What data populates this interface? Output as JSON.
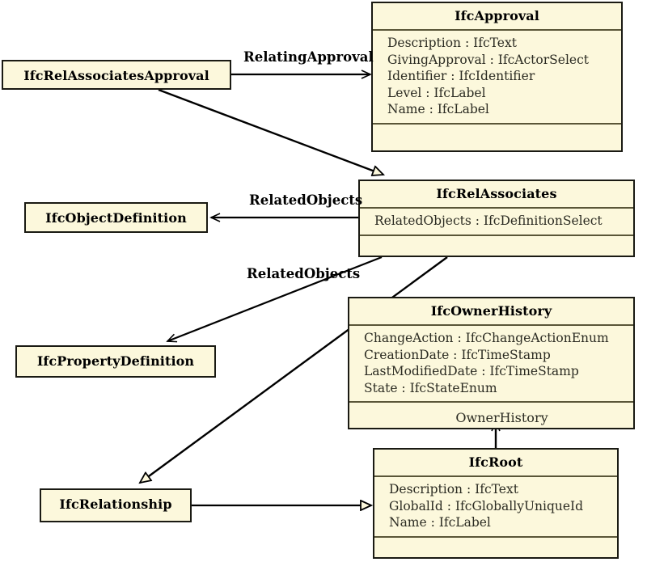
{
  "diagram": {
    "type": "uml-class-diagram",
    "title": "IfcRelAssociatesApproval class diagram",
    "background_color": "#ffffff",
    "class_fill_color": "#fcf8dc",
    "class_border_color": "#1a1a13",
    "compartment_divider_color": "#5a5638"
  },
  "classes": [
    {
      "id": "ifc-approval",
      "name": "IfcApproval",
      "attributes": [
        "Description : IfcText",
        "GivingApproval : IfcActorSelect",
        "Identifier : IfcIdentifier",
        "Level : IfcLabel",
        "Name : IfcLabel"
      ],
      "has_empty_compartment": true
    },
    {
      "id": "ifc-rel-associates-approval",
      "name": "IfcRelAssociatesApproval",
      "attributes": [],
      "has_empty_compartment": false
    },
    {
      "id": "ifc-rel-associates",
      "name": "IfcRelAssociates",
      "attributes": [
        "RelatedObjects : IfcDefinitionSelect"
      ],
      "has_empty_compartment": true
    },
    {
      "id": "ifc-object-definition",
      "name": "IfcObjectDefinition",
      "attributes": [],
      "has_empty_compartment": false
    },
    {
      "id": "ifc-property-definition",
      "name": "IfcPropertyDefinition",
      "attributes": [],
      "has_empty_compartment": false
    },
    {
      "id": "ifc-owner-history",
      "name": "IfcOwnerHistory",
      "attributes": [
        "ChangeAction : IfcChangeActionEnum",
        "CreationDate : IfcTimeStamp",
        "LastModifiedDate : IfcTimeStamp",
        "State : IfcStateEnum"
      ],
      "has_empty_compartment": true
    },
    {
      "id": "ifc-relationship",
      "name": "IfcRelationship",
      "attributes": [],
      "has_empty_compartment": false
    },
    {
      "id": "ifc-root",
      "name": "IfcRoot",
      "attributes": [
        "Description : IfcText",
        "GlobalId : IfcGloballyUniqueId",
        "Name : IfcLabel"
      ],
      "has_empty_compartment": true
    }
  ],
  "edge_labels": {
    "relating_approval": "RelatingApproval",
    "related_objects_1": "RelatedObjects",
    "related_objects_2": "RelatedObjects",
    "owner_history": "OwnerHistory"
  },
  "relationships": [
    {
      "from": "IfcRelAssociatesApproval",
      "to": "IfcApproval",
      "kind": "association",
      "label": "RelatingApproval"
    },
    {
      "from": "IfcRelAssociatesApproval",
      "to": "IfcRelAssociates",
      "kind": "generalization",
      "label": ""
    },
    {
      "from": "IfcRelAssociates",
      "to": "IfcObjectDefinition",
      "kind": "association",
      "label": "RelatedObjects"
    },
    {
      "from": "IfcRelAssociates",
      "to": "IfcPropertyDefinition",
      "kind": "association",
      "label": "RelatedObjects"
    },
    {
      "from": "IfcRelAssociates",
      "to": "IfcRelationship",
      "kind": "generalization",
      "label": ""
    },
    {
      "from": "IfcRoot",
      "to": "IfcOwnerHistory",
      "kind": "association",
      "label": "OwnerHistory"
    },
    {
      "from": "IfcRelationship",
      "to": "IfcRoot",
      "kind": "generalization",
      "label": ""
    }
  ]
}
